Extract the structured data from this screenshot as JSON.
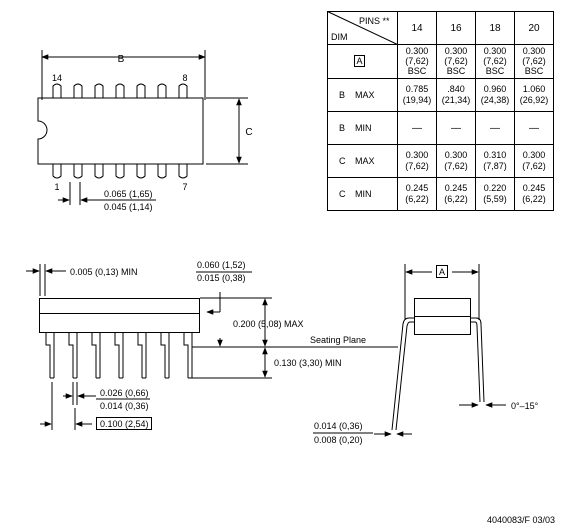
{
  "top_view": {
    "dim_b_label": "B",
    "dim_c_label": "C",
    "pin_14": "14",
    "pin_8": "8",
    "pin_1": "1",
    "pin_7": "7",
    "lead_width_max": "0.065 (1,65)",
    "lead_width_min": "0.045 (1,14)"
  },
  "dim_table": {
    "header_pins": "PINS **",
    "header_dim": "DIM",
    "pin_counts": [
      "14",
      "16",
      "18",
      "20"
    ],
    "rows": [
      {
        "dim_letter": "A",
        "dim_qual": "",
        "boxed": true,
        "cells": [
          [
            "0.300",
            "(7,62)",
            "BSC"
          ],
          [
            "0.300",
            "(7,62)",
            "BSC"
          ],
          [
            "0.300",
            "(7,62)",
            "BSC"
          ],
          [
            "0.300",
            "(7,62)",
            "BSC"
          ]
        ]
      },
      {
        "dim_letter": "B",
        "dim_qual": "MAX",
        "boxed": false,
        "cells": [
          [
            "0.785",
            "(19,94)"
          ],
          [
            ".840",
            "(21,34)"
          ],
          [
            "0.960",
            "(24,38)"
          ],
          [
            "1.060",
            "(26,92)"
          ]
        ]
      },
      {
        "dim_letter": "B",
        "dim_qual": "MIN",
        "boxed": false,
        "cells": [
          [
            "—"
          ],
          [
            "—"
          ],
          [
            "—"
          ],
          [
            "—"
          ]
        ]
      },
      {
        "dim_letter": "C",
        "dim_qual": "MAX",
        "boxed": false,
        "cells": [
          [
            "0.300",
            "(7,62)"
          ],
          [
            "0.300",
            "(7,62)"
          ],
          [
            "0.310",
            "(7,87)"
          ],
          [
            "0.300",
            "(7,62)"
          ]
        ]
      },
      {
        "dim_letter": "C",
        "dim_qual": "MIN",
        "boxed": false,
        "cells": [
          [
            "0.245",
            "(6,22)"
          ],
          [
            "0.245",
            "(6,22)"
          ],
          [
            "0.220",
            "(5,59)"
          ],
          [
            "0.245",
            "(6,22)"
          ]
        ]
      }
    ]
  },
  "side_view": {
    "end_gap_min": "0.005 (0,13) MIN",
    "shoulder_max": "0.060 (1,52)",
    "shoulder_min": "0.015 (0,38)",
    "body_height_max": "0.200 (5,08) MAX",
    "seating_plane": "Seating Plane",
    "lead_length_min": "0.130 (3,30) MIN",
    "lead_width_max": "0.026 (0,66)",
    "lead_width_min": "0.014 (0,36)",
    "pitch": "0.100 (2,54)"
  },
  "end_view": {
    "dim_a_label": "A",
    "angle_range": "0°–15°",
    "lead_thickness_max": "0.014 (0,36)",
    "lead_thickness_min": "0.008 (0,20)"
  },
  "footer": {
    "drawing_id": "4040083/F 03/03"
  }
}
